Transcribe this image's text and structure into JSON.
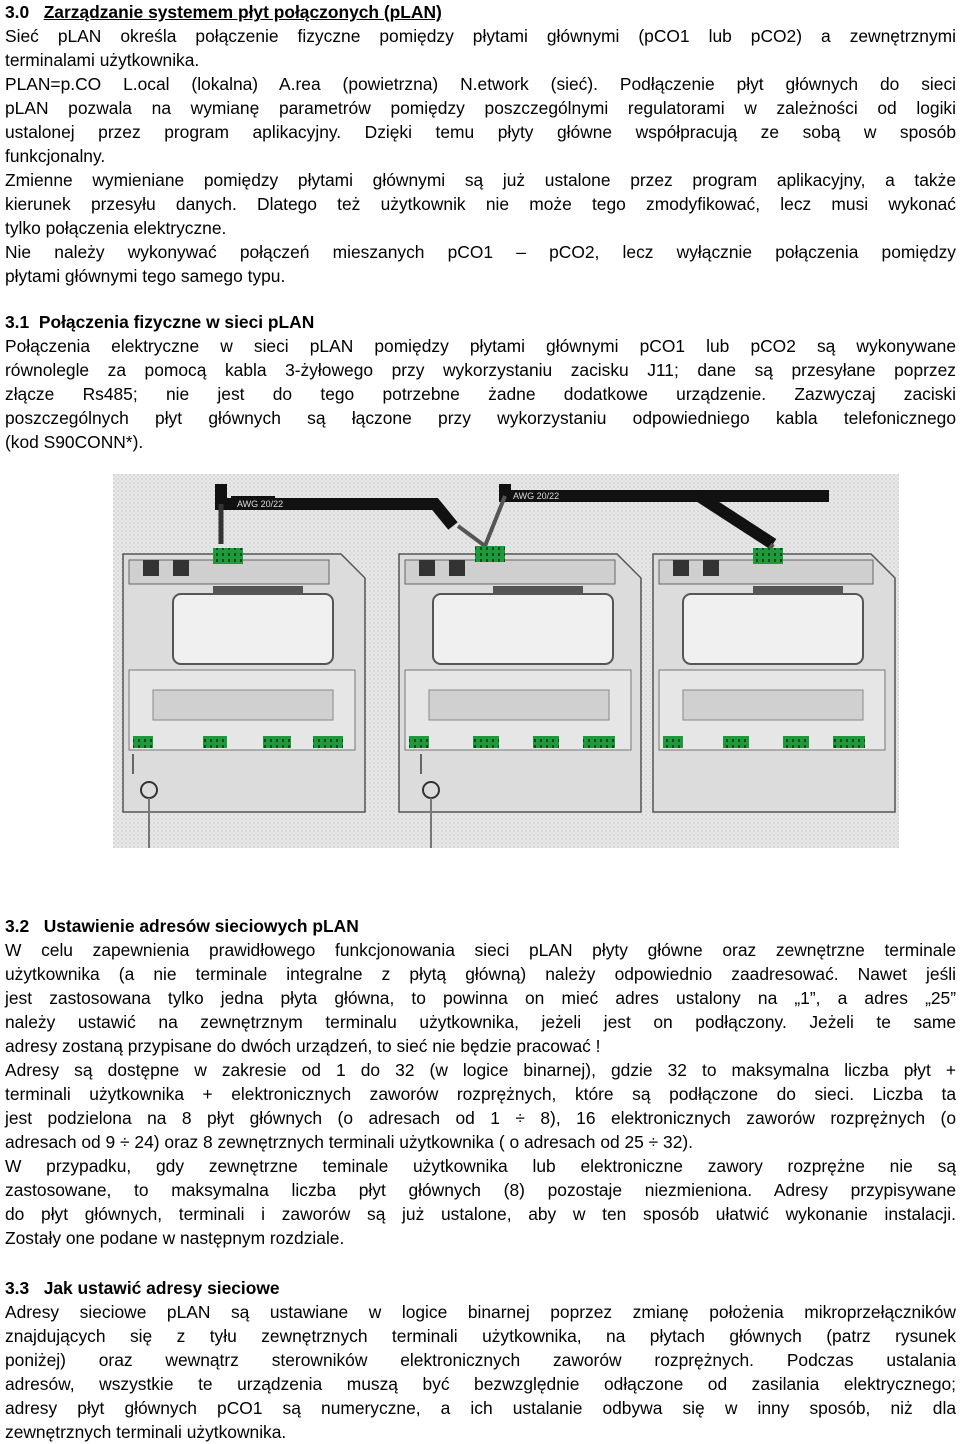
{
  "s30": {
    "heading_num": "3.0",
    "heading_text": "Zarządzanie systemem płyt połączonych (pLAN)",
    "lines": [
      "Sieć pLAN określa połączenie fizyczne pomiędzy płytami głównymi (pCO1 lub pCO2) a zewnętrznymi",
      "terminalami użytkownika.",
      "PLAN=p.CO L.ocal (lokalna) A.rea (powietrzna) N.etwork (sieć). Podłączenie płyt głównych do sieci",
      "pLAN pozwala na wymianę parametrów pomiędzy poszczególnymi regulatorami w zależności od logiki",
      "ustalonej przez program aplikacyjny. Dzięki temu płyty główne współpracują ze sobą w sposób",
      "funkcjonalny.",
      "Zmienne wymieniane pomiędzy płytami głównymi są już ustalone przez program aplikacyjny, a także",
      "kierunek przesyłu danych. Dlatego też użytkownik nie może tego zmodyfikować, lecz musi wykonać",
      "tylko połączenia elektryczne.",
      "Nie należy wykonywać połączeń mieszanych pCO1 – pCO2, lecz wyłącznie połączenia pomiędzy",
      "płytami głównymi tego samego typu."
    ]
  },
  "s31": {
    "heading_num": "3.1",
    "heading_text": "Połączenia fizyczne  w sieci pLAN",
    "lines": [
      "Połączenia elektryczne w sieci pLAN pomiędzy płytami głównymi pCO1 lub pCO2 są wykonywane",
      "równolegle za pomocą kabla 3-żyłowego przy wykorzystaniu zacisku J11; dane są przesyłane poprzez",
      "złącze Rs485; nie jest do tego potrzebne żadne dodatkowe urządzenie. Zazwyczaj zaciski",
      "poszczególnych płyt głównych są łączone przy wykorzystaniu odpowiedniego kabla telefonicznego",
      "(kod S90CONN*)."
    ]
  },
  "figure": {
    "cable_label_1": "AWG 20/22",
    "cable_label_2": "AWG 20/22",
    "cable_color": "#111111",
    "board_color": "#e4e4e4",
    "terminal_color": "#1e9a3c"
  },
  "s32": {
    "heading_num": "3.2",
    "heading_text": "Ustawienie adresów sieciowych pLAN",
    "lines": [
      "W celu zapewnienia prawidłowego funkcjonowania sieci pLAN płyty główne oraz zewnętrzne terminale",
      "użytkownika (a nie terminale integralne z płytą główną) należy odpowiednio zaadresować. Nawet jeśli",
      "jest zastosowana tylko jedna płyta główna, to powinna on mieć adres ustalony na „1”, a adres „25”",
      "należy ustawić na zewnętrznym terminalu użytkownika, jeżeli jest on podłączony. Jeżeli te same",
      "adresy zostaną przypisane do dwóch urządzeń, to sieć nie będzie pracować !",
      "Adresy są dostępne w zakresie od 1 do 32 (w logice binarnej), gdzie 32 to maksymalna liczba płyt +",
      "terminali użytkownika + elektronicznych zaworów rozprężnych, które są podłączone do sieci. Liczba ta",
      "jest podzielona na 8 płyt głównych (o adresach od 1 ÷ 8), 16 elektronicznych zaworów rozprężnych (o",
      "adresach od 9 ÷ 24) oraz 8 zewnętrznych terminali użytkownika ( o adresach od 25 ÷ 32).",
      "W przypadku, gdy zewnętrzne teminale użytkownika lub elektroniczne zawory rozprężne nie są",
      "zastosowane, to maksymalna liczba płyt głównych (8) pozostaje niezmieniona. Adresy przypisywane",
      "do płyt głównych, terminali i zaworów są już ustalone, aby w ten sposób ułatwić wykonanie instalacji.",
      "Zostały one podane w następnym rozdziale."
    ]
  },
  "s33": {
    "heading_num": "3.3",
    "heading_text": "Jak ustawić adresy sieciowe",
    "lines": [
      "Adresy sieciowe pLAN są ustawiane w logice binarnej poprzez zmianę położenia mikroprzełączników",
      "znajdujących się z tyłu zewnętrznych terminali użytkownika, na płytach głównych (patrz rysunek",
      "poniżej) oraz wewnątrz sterowników elektronicznych zaworów rozprężnych. Podczas ustalania",
      "adresów, wszystkie te urządzenia muszą być bezwzględnie odłączone od zasilania elektrycznego;",
      "adresy płyt głównych pCO1 są numeryczne, a ich ustalanie odbywa się w inny sposób, niż dla",
      "zewnętrznych terminali użytkownika."
    ]
  }
}
